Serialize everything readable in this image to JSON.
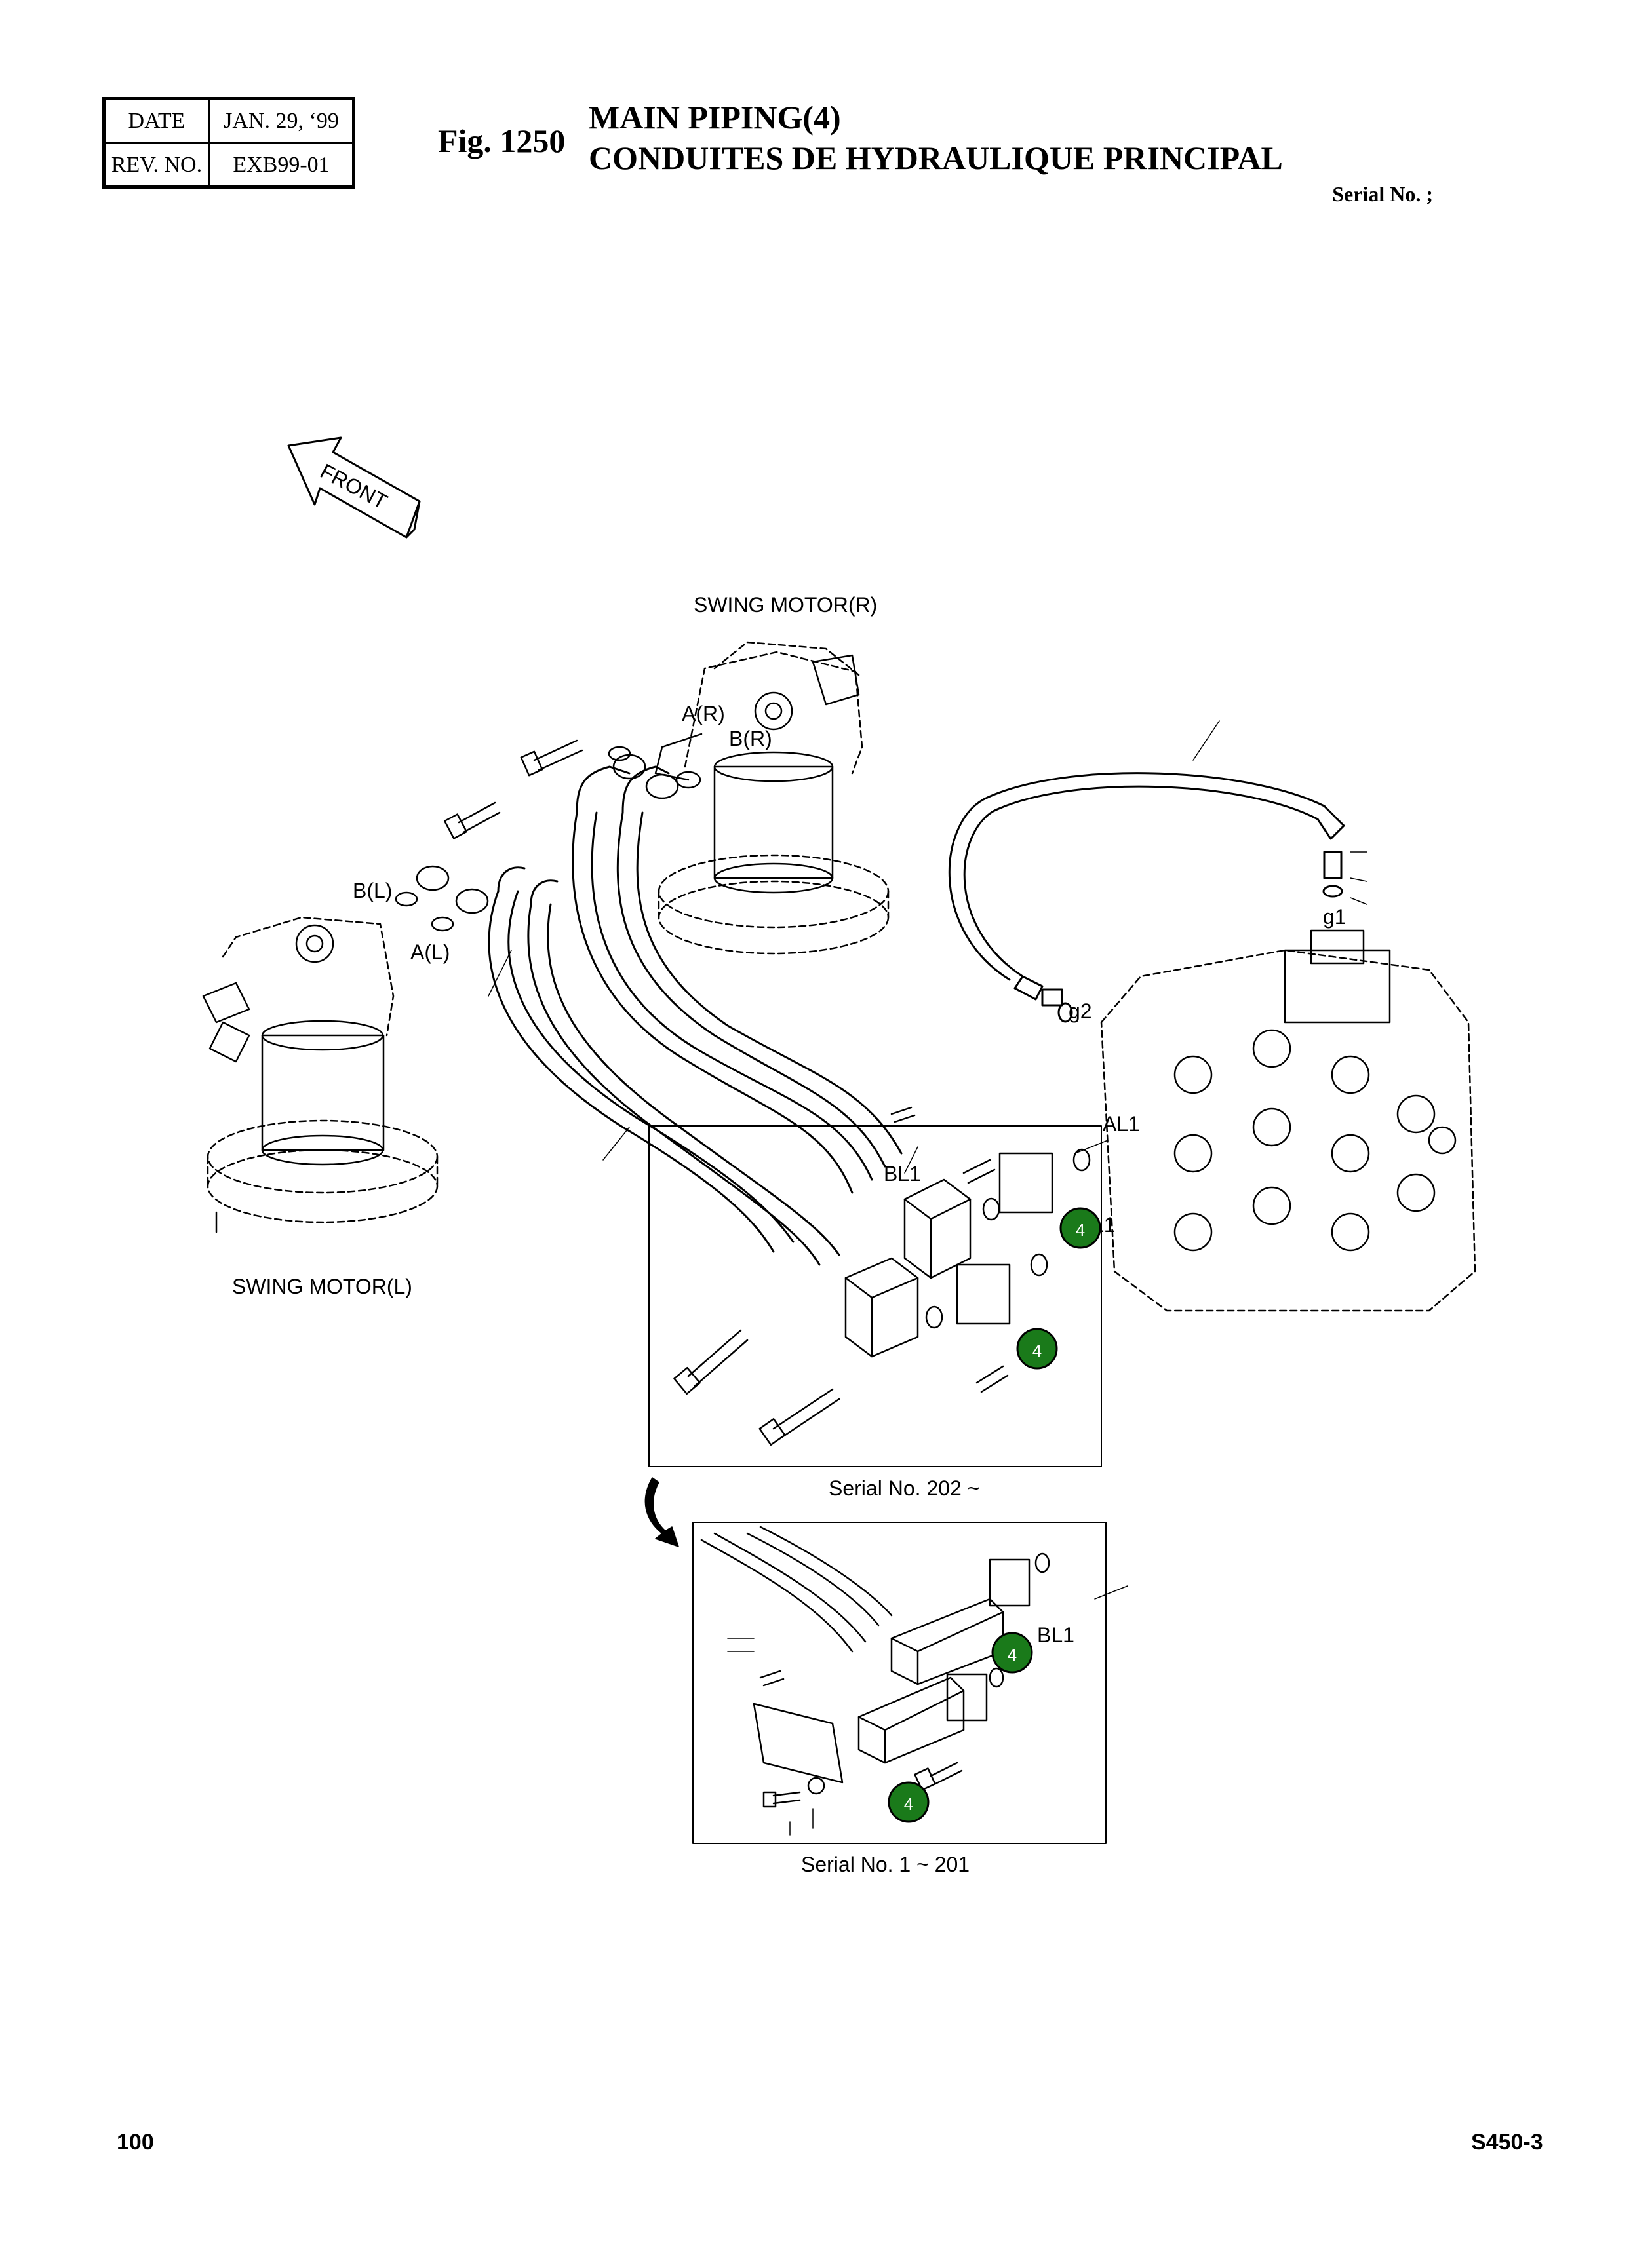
{
  "header": {
    "date_label": "DATE",
    "date_value": "JAN. 29, ‘99",
    "rev_label": "REV. NO.",
    "rev_value": "EXB99-01",
    "fig_number": "Fig. 1250",
    "title_en": "MAIN PIPING(4)",
    "title_fr": "CONDUITES DE HYDRAULIQUE PRINCIPAL",
    "serial": "Serial No. ;"
  },
  "diagram": {
    "front_label": "FRONT",
    "swing_motor_r": "SWING MOTOR(R)",
    "swing_motor_l": "SWING MOTOR(L)",
    "port_ar": "A(R)",
    "port_br": "B(R)",
    "port_bl": "B(L)",
    "port_al": "A(L)",
    "port_g1": "g1",
    "port_g2": "g2",
    "port_al1": "AL1",
    "port_bl1_partial": "BL1",
    "port_l1": "L1",
    "port_bl1": "BL1",
    "inset1_caption": "Serial No. 202 ~",
    "inset2_caption": "Serial No. 1 ~ 201",
    "callouts": [
      "4",
      "4",
      "4",
      "4"
    ],
    "callout_color": "#1a7a1a"
  },
  "footer": {
    "page_number": "100",
    "model": "S450-3"
  }
}
